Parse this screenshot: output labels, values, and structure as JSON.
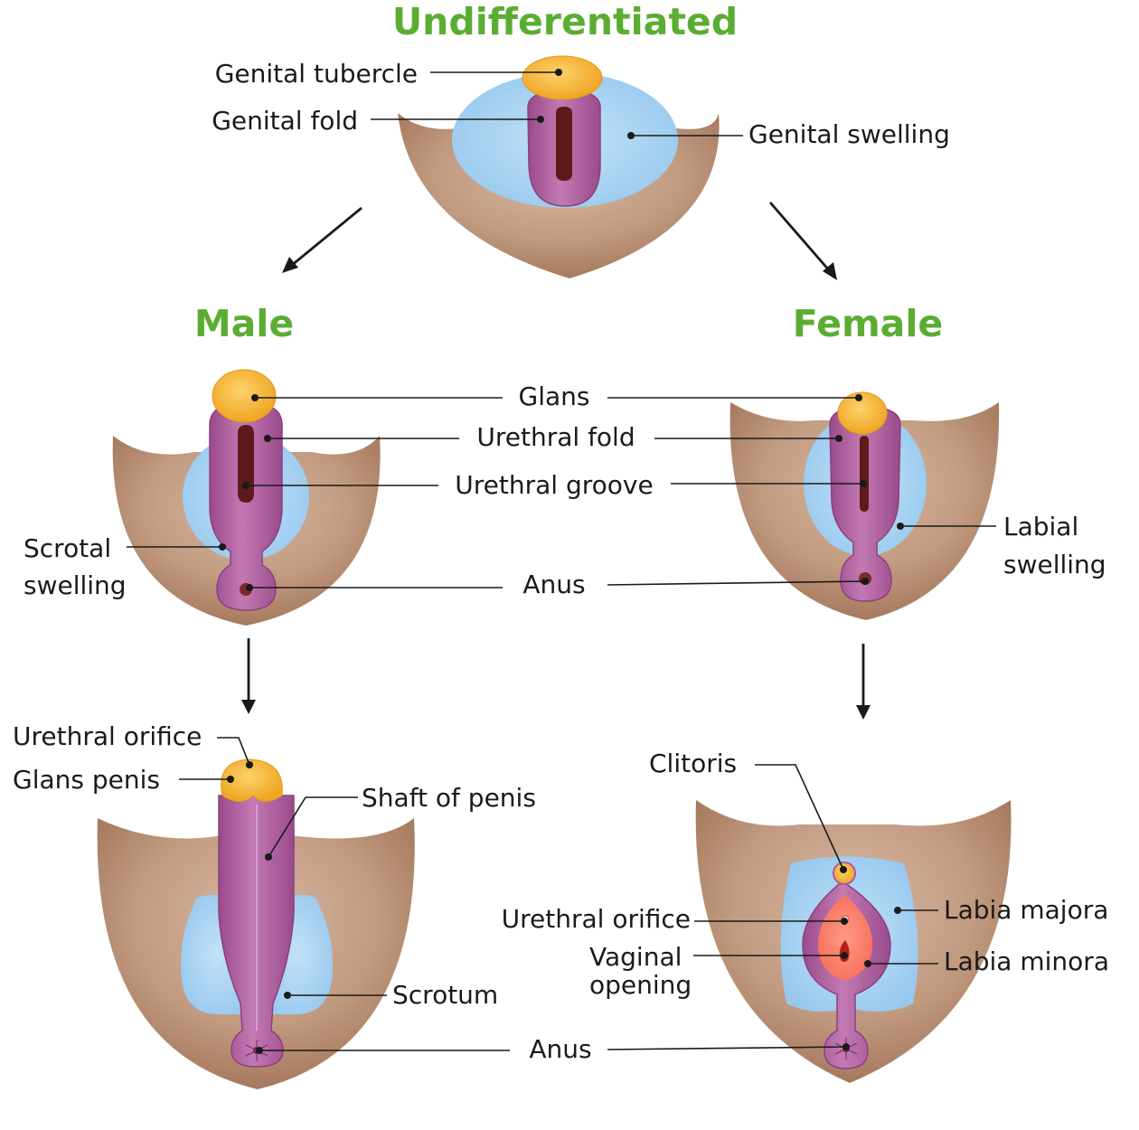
{
  "colors": {
    "heading_green": "#5aad32",
    "label_text": "#1a1a1a",
    "skin": "#b3866b",
    "swelling_blue": "#a9d3f2",
    "fold_purple": "#b05a9f",
    "tubercle_yellow": "#f6b431",
    "groove_dark": "#5c1a1a"
  },
  "headings": {
    "undifferentiated": "Undifferentiated",
    "male": "Male",
    "female": "Female"
  },
  "labels": {
    "genital_tubercle": "Genital tubercle",
    "genital_fold": "Genital fold",
    "genital_swelling": "Genital swelling",
    "glans": "Glans",
    "urethral_fold": "Urethral fold",
    "urethral_groove": "Urethral groove",
    "scrotal_swelling_1": "Scrotal",
    "scrotal_swelling_2": "swelling",
    "labial_swelling_1": "Labial",
    "labial_swelling_2": "swelling",
    "anus_mid": "Anus",
    "urethral_orifice_male": "Urethral orifice",
    "glans_penis": "Glans penis",
    "shaft_of_penis": "Shaft of penis",
    "scrotum": "Scrotum",
    "anus_bottom": "Anus",
    "clitoris": "Clitoris",
    "urethral_orifice_female": "Urethral orifice",
    "vaginal_opening_1": "Vaginal",
    "vaginal_opening_2": "opening",
    "labia_majora": "Labia majora",
    "labia_minora": "Labia minora"
  }
}
